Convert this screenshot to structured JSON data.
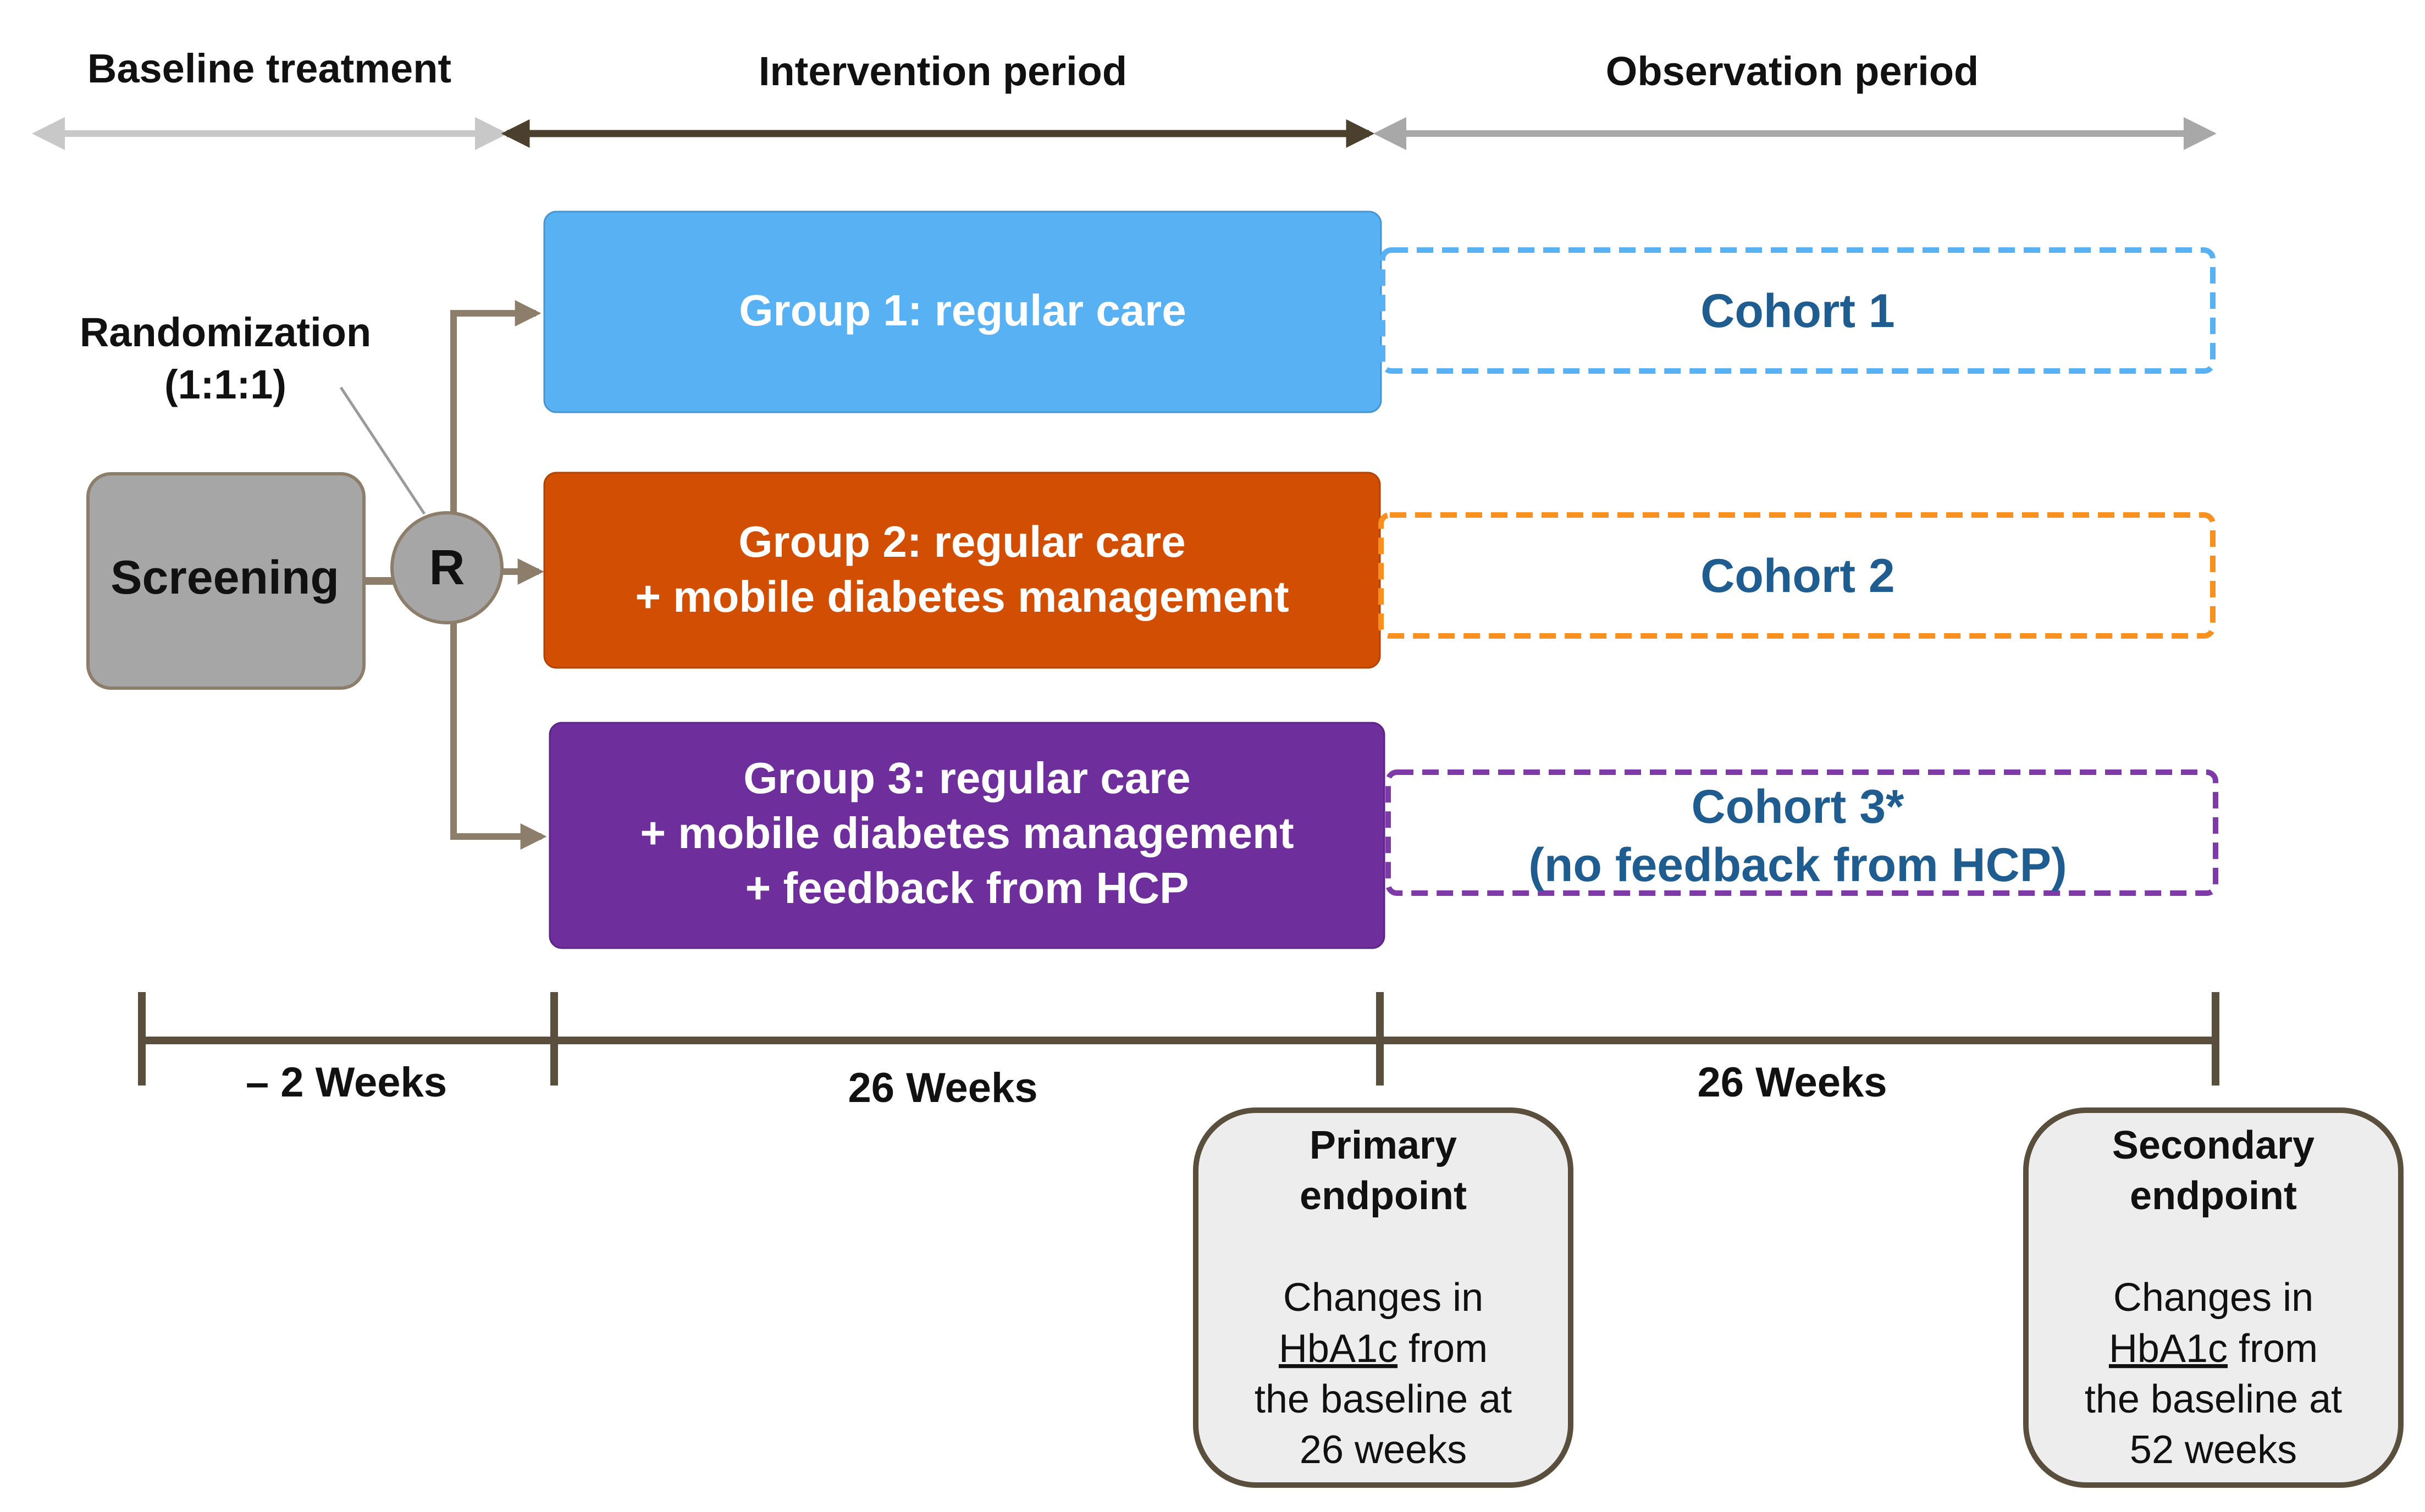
{
  "periods": {
    "baseline": "Baseline treatment",
    "intervention": "Intervention period",
    "observation": "Observation period"
  },
  "randomization": {
    "label_line1": "Randomization",
    "label_line2": "(1:1:1)",
    "node": "R"
  },
  "screening": "Screening",
  "groups": [
    {
      "lines": [
        "Group 1: regular care"
      ],
      "color": "#58B1F2"
    },
    {
      "lines": [
        "Group 2: regular care",
        "+ mobile diabetes management"
      ],
      "color": "#D24E03"
    },
    {
      "lines": [
        "Group 3: regular care",
        "+ mobile diabetes management",
        "+ feedback from HCP"
      ],
      "color": "#6E2E9C"
    }
  ],
  "cohorts": [
    {
      "lines": [
        "Cohort 1"
      ],
      "border_color": "#58B1F2"
    },
    {
      "lines": [
        "Cohort 2"
      ],
      "border_color": "#F7901E"
    },
    {
      "lines": [
        "Cohort 3*",
        "(no feedback from HCP)"
      ],
      "border_color": "#7E3BA8"
    }
  ],
  "timeline": {
    "seg1": "– 2 Weeks",
    "seg2": "26 Weeks",
    "seg3": "26 Weeks"
  },
  "endpoints": [
    {
      "title_line1": "Primary",
      "title_line2": "endpoint",
      "line1": "Changes in",
      "line2_u": "HbA1c",
      "line2_rest": " from",
      "line3": "the baseline at",
      "line4": "26 weeks"
    },
    {
      "title_line1": "Secondary",
      "title_line2": "endpoint",
      "line1": "Changes in",
      "line2_u": "HbA1c",
      "line2_rest": " from",
      "line3": "the baseline at",
      "line4": "52 weeks"
    }
  ],
  "colors": {
    "text_dark": "#111111",
    "cohort_text": "#1F5C8F",
    "connector": "#8C7E6A",
    "timeline": "#5A4E3C",
    "arrow_light": "#C8C8C8",
    "arrow_dark": "#4B3F2E",
    "arrow_mid": "#A8A8A8",
    "screening_fill": "#A6A6A6",
    "endpoint_fill": "#EDEDED"
  }
}
